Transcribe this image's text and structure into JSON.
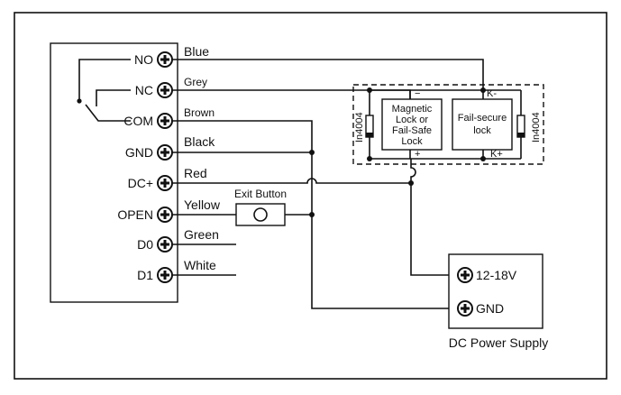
{
  "controller": {
    "terminals": [
      {
        "key": "no",
        "label": "NO"
      },
      {
        "key": "nc",
        "label": "NC"
      },
      {
        "key": "com",
        "label": "COM"
      },
      {
        "key": "gnd",
        "label": "GND"
      },
      {
        "key": "dcplus",
        "label": "DC+"
      },
      {
        "key": "open",
        "label": "OPEN"
      },
      {
        "key": "d0",
        "label": "D0"
      },
      {
        "key": "d1",
        "label": "D1"
      }
    ]
  },
  "wires": {
    "blue": "Blue",
    "grey": "Grey",
    "brown": "Brown",
    "black": "Black",
    "red": "Red",
    "yellow": "Yellow",
    "green": "Green",
    "white": "White"
  },
  "exit_button": {
    "label": "Exit Button"
  },
  "locks": {
    "magnetic": {
      "line1": "Magnetic",
      "line2": "Lock or",
      "line3": "Fail-Safe",
      "line4": "Lock",
      "minus": "−",
      "plus": "+"
    },
    "fail_secure": {
      "line1": "Fail-secure",
      "line2": "lock",
      "minus": "K-",
      "plus": "K+"
    },
    "diode_left": "In4004",
    "diode_right": "In4004"
  },
  "power_supply": {
    "title": "DC Power Supply",
    "terminal_pos": "12-18V",
    "terminal_gnd": "GND"
  }
}
